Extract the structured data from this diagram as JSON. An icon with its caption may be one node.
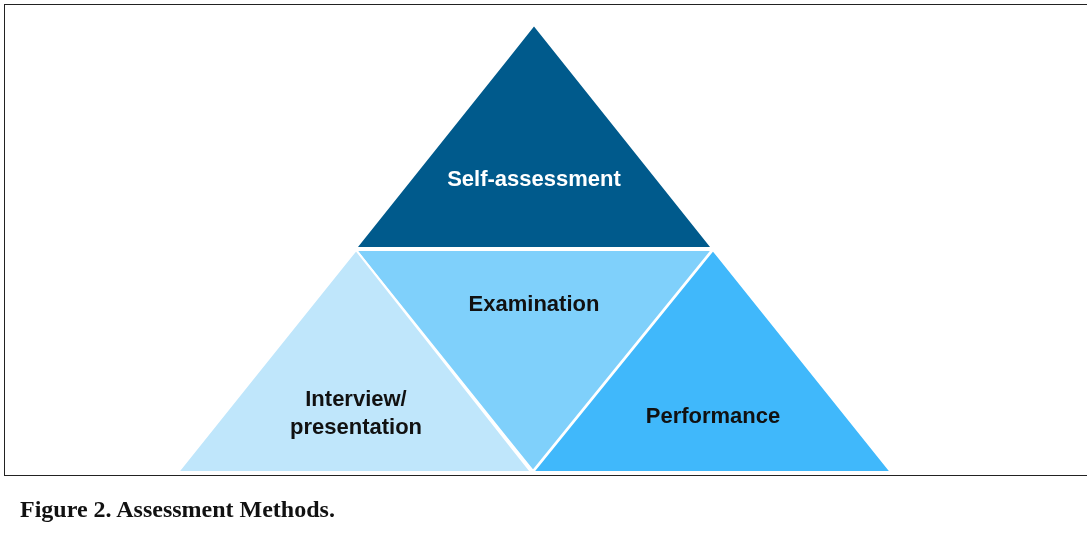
{
  "diagram": {
    "caption": "Figure 2. Assessment Methods.",
    "nodes": [
      {
        "text": [
          "Self-assessment"
        ]
      },
      {
        "text": [
          "Examination"
        ]
      },
      {
        "text": [
          "Interview/ presentation"
        ]
      },
      {
        "text": [
          "Performance"
        ]
      }
    ]
  }
}
